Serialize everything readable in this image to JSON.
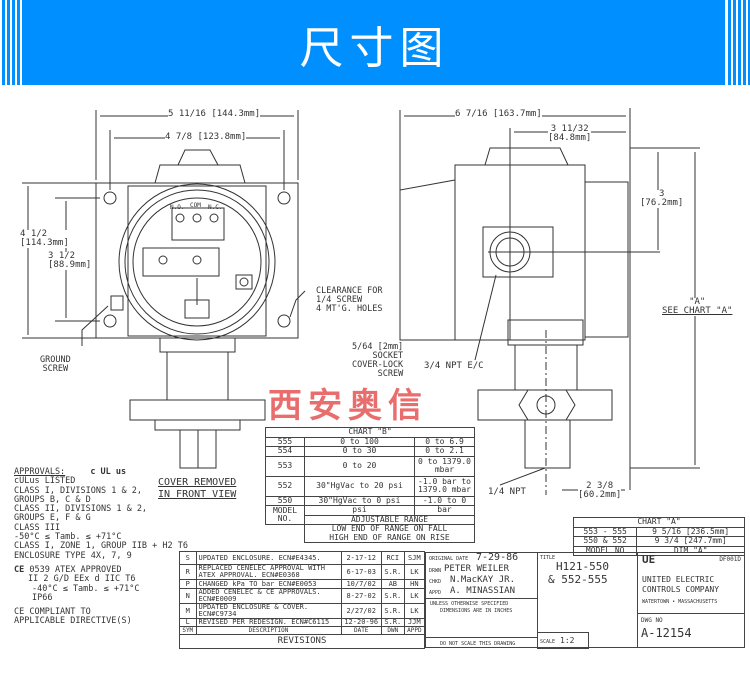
{
  "banner": {
    "title": "尺寸图",
    "color": "#008ffe"
  },
  "watermark": {
    "text": "西安奥信"
  },
  "front_view": {
    "dim_width_outer": "5 11/16 [144.3mm]",
    "dim_width_inner": "4 7/8 [123.8mm]",
    "dim_height_outer_a": "4 1/2",
    "dim_height_outer_b": "[114.3mm]",
    "dim_height_inner_a": "3 1/2",
    "dim_height_inner_b": "[88.9mm]",
    "terminals": [
      "N.O.",
      "COM",
      "N.C."
    ],
    "clearance": [
      "CLEARANCE FOR",
      "1/4 SCREW",
      "4 MT'G. HOLES"
    ],
    "ground": [
      "GROUND",
      "SCREW"
    ],
    "socket": [
      "5/64 [2mm]",
      "SOCKET",
      "COVER-LOCK",
      "SCREW"
    ],
    "caption": [
      "COVER REMOVED",
      "IN FRONT VIEW"
    ]
  },
  "side_view": {
    "dim_width": "6 7/16 [163.7mm]",
    "dim_offset_a": "3 11/32",
    "dim_offset_b": "[84.8mm]",
    "dim_3_a": "3",
    "dim_3_b": "[76.2mm]",
    "dim_a_a": "\"A\"",
    "dim_a_b": "SEE CHART \"A\"",
    "npt_ec": "3/4 NPT E/C",
    "npt": "1/4 NPT",
    "dim_bottom_a": "2 3/8",
    "dim_bottom_b": "[60.2mm]"
  },
  "approvals": {
    "heading": "APPROVALS:",
    "ul_mark": "c UL us",
    "lines": [
      "cULus LISTED",
      "CLASS I, DIVISIONS 1 & 2,",
      " GROUPS B, C & D",
      "CLASS II, DIVISIONS 1 & 2,",
      " GROUPS E, F & G",
      "CLASS III",
      "-50°C ≤ Tamb. ≤ +71°C",
      "CLASS I, ZONE 1, GROUP IIB + H2 T6",
      "ENCLOSURE TYPE 4X, 7, 9"
    ],
    "ce_mark": "CE",
    "atex_lines": [
      "0539 ATEX APPROVED",
      "II 2 G/D EEx d IIC T6",
      "-40°C ≤ Tamb. ≤ +71°C",
      "IP66"
    ],
    "compliance": [
      "CE COMPLIANT TO",
      "APPLICABLE DIRECTIVE(S)"
    ]
  },
  "chart_b": {
    "title": "CHART \"B\"",
    "rows": [
      {
        "model": "555",
        "psi": "0 to 100",
        "bar": "0 to 6.9"
      },
      {
        "model": "554",
        "psi": "0 to 30",
        "bar": "0 to 2.1"
      },
      {
        "model": "553",
        "psi": "0 to 20",
        "bar": "0 to 1379.0 mbar"
      },
      {
        "model": "552",
        "psi": "30\"HgVac to 20 psi",
        "bar": "-1.0 bar to 1379.0 mbar"
      },
      {
        "model": "550",
        "psi": "30\"HgVac to 0 psi",
        "bar": "-1.0 to 0"
      }
    ],
    "model_label": "MODEL NO.",
    "psi_label": "psi",
    "bar_label": "bar",
    "adjustable": "ADJUSTABLE RANGE",
    "note1": "LOW END OF RANGE ON FALL",
    "note2": "HIGH END OF RANGE ON RISE"
  },
  "chart_a": {
    "title": "CHART \"A\"",
    "rows": [
      {
        "model": "553 - 555",
        "dim": "9 5/16 [236.5mm]"
      },
      {
        "model": "550 & 552",
        "dim": "9 3/4 [247.7mm]"
      }
    ],
    "model_label": "MODEL NO",
    "dim_label": "DIM \"A\""
  },
  "revisions": {
    "rows": [
      {
        "sym": "S",
        "desc": "UPDATED ENCLOSURE.  ECN#E4345.",
        "date": "2-17-12",
        "dwn": "RCI",
        "appd": "SJM"
      },
      {
        "sym": "R",
        "desc": "REPLACED CENELEC APPROVAL WITH ATEX APPROVAL.  ECN#E0368",
        "date": "6-17-03",
        "dwn": "S.R.",
        "appd": "LK"
      },
      {
        "sym": "P",
        "desc": "CHANGED kPa TO bar   ECN#E0053",
        "date": "10/7/02",
        "dwn": "AB",
        "appd": "HN"
      },
      {
        "sym": "N",
        "desc": "ADDED CENELEC & CE APPROVALS. ECN#E0009",
        "date": "8-27-02",
        "dwn": "S.R.",
        "appd": "LK"
      },
      {
        "sym": "M",
        "desc": "UPDATED ENCLOSURE & COVER. ECN#C9734",
        "date": "2/27/02",
        "dwn": "S.R.",
        "appd": "LK"
      },
      {
        "sym": "L",
        "desc": "REVISED PER REDESIGN.  ECN#C6115",
        "date": "12-20-96",
        "dwn": "S.R.",
        "appd": "JJM"
      }
    ],
    "headers": {
      "sym": "SYM",
      "desc": "DESCRIPTION",
      "date": "DATE",
      "dwn": "DWN",
      "appd": "APPD"
    },
    "title": "REVISIONS"
  },
  "title_block": {
    "orig_date_label": "ORIGINAL DATE",
    "orig_date": "7-29-86",
    "drwn_label": "DRWN",
    "drwn": "PETER WEILER",
    "chkd_label": "CHKD",
    "chkd": "N.MacKAY JR.",
    "appd_label": "APPD",
    "appd": "A. MINASSIAN",
    "note": [
      "UNLESS OTHERWISE SPECIFIED",
      "DIMENSIONS ARE IN INCHES"
    ],
    "no_scale": "DO NOT SCALE THIS DRAWING",
    "title_label": "TITLE",
    "title_1": "H121-550",
    "title_2": "& 552-555",
    "scale_label": "SCALE",
    "scale": "1:2",
    "code": "DF001D",
    "logo": "UE",
    "company_1": "UNITED ELECTRIC",
    "company_2": "CONTROLS COMPANY",
    "location": "WATERTOWN • MASSACHUSETTS",
    "dwg_label": "DWG NO",
    "dwg_no": "A-12154"
  }
}
